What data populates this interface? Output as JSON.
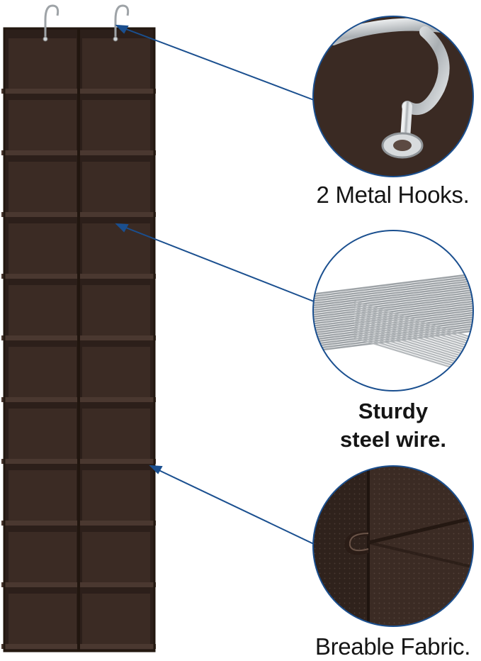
{
  "captions": {
    "hooks": "2 Metal Hooks.",
    "wire_line1": "Sturdy",
    "wire_line2": "steel wire.",
    "fabric": "Breable Fabric."
  },
  "colors": {
    "fabric": "#3b2b24",
    "fabric_dark": "#2c1f1a",
    "fabric_light": "#4a3830",
    "accent_blue": "#1a4f8f",
    "metal": "#bfc3c6"
  },
  "organizer": {
    "columns": 2,
    "rows": 10
  }
}
